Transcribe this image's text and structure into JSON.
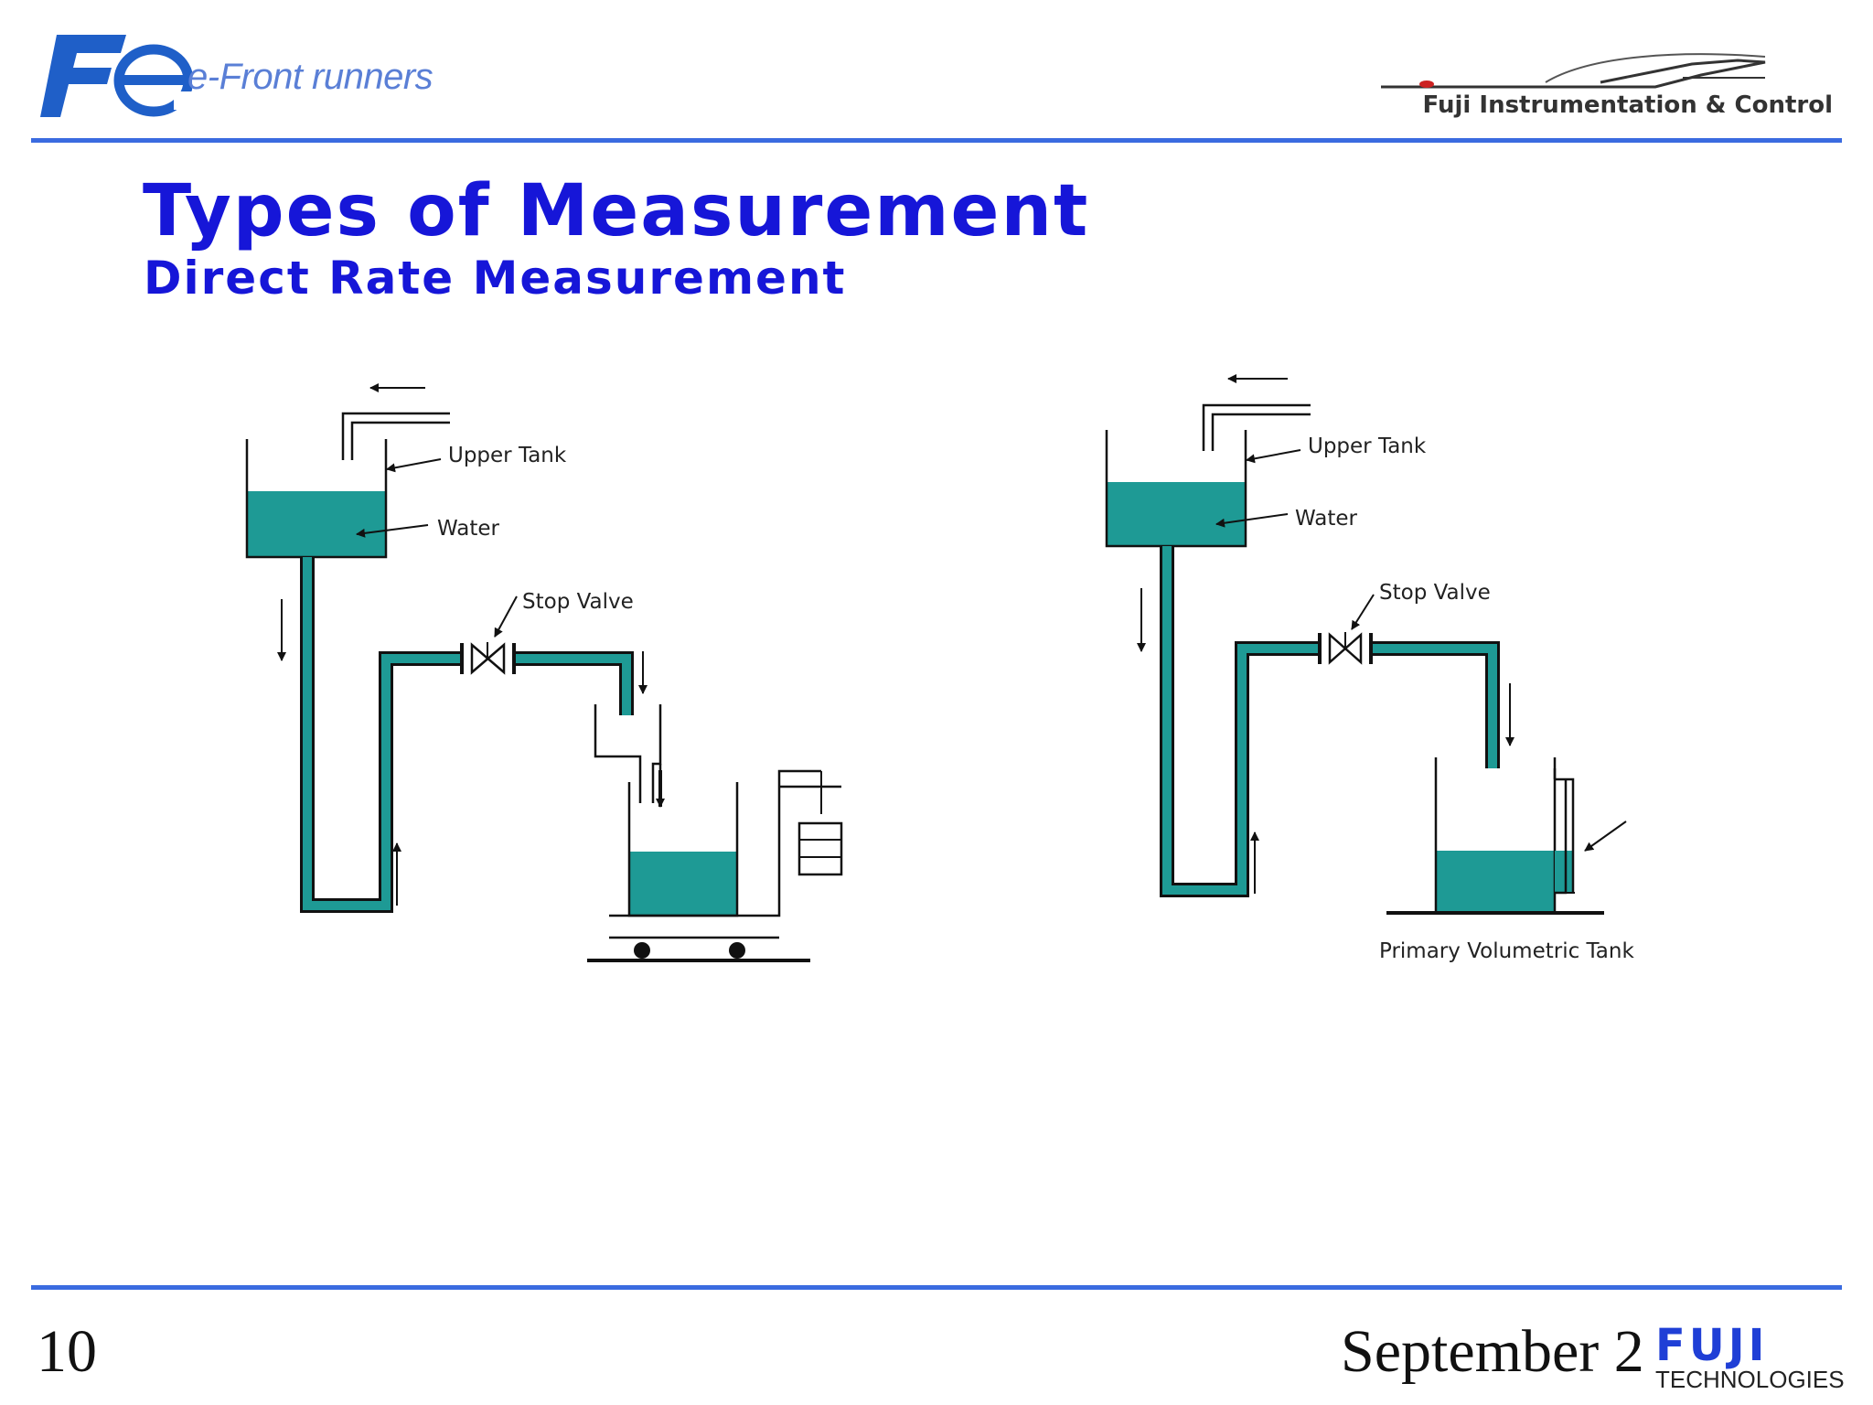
{
  "header": {
    "tagline": "e-Front runners",
    "company": "Fuji Instrumentation & Control"
  },
  "slide": {
    "title": "Types of Measurement",
    "subtitle": "Direct Rate Measurement"
  },
  "diagram_left": {
    "upper_tank_label": "Upper Tank",
    "water_label": "Water",
    "stop_valve_label": "Stop Valve"
  },
  "diagram_right": {
    "upper_tank_label": "Upper Tank",
    "water_label": "Water",
    "stop_valve_label": "Stop Valve",
    "primary_tank_label": "Primary Volumetric Tank"
  },
  "footer": {
    "page_number": "10",
    "date": "September 2",
    "brand": "FUJI",
    "brand_sub": "TECHNOLOGIES"
  },
  "colors": {
    "water": "#1e9a95",
    "title": "#1616d8",
    "rule": "#3a6be0"
  }
}
